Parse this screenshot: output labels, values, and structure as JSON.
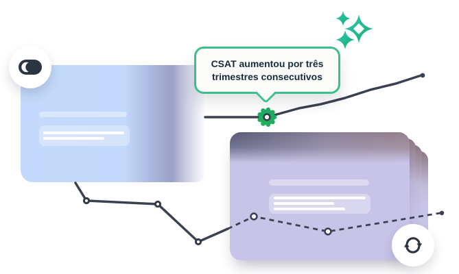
{
  "tooltip": {
    "line1": "CSAT aumentou por três",
    "line2": "trimestres consecutivos"
  },
  "icons": {
    "toggle": "toggle-icon",
    "refresh": "refresh-icon",
    "sparkles": "sparkles-icon",
    "marker": "highlight-point-marker"
  },
  "colors": {
    "background": "#ffffff",
    "blue_card": "#c3d8fa",
    "purple_card": "#c8c4e7",
    "purple_band_left": "#575a78",
    "purple_band_right": "#97808c",
    "line_dark": "#3a4150",
    "accent_green": "#1fad62",
    "tooltip_border": "#3fbe8d",
    "tooltip_text": "#16293b",
    "sparkle_teal": "#35c4b8",
    "sparkle_green": "#10b070",
    "icon_dark": "#2b3542"
  }
}
